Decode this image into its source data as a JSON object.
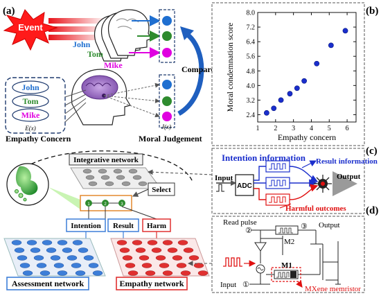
{
  "panels": {
    "a": "(a)",
    "b": "(b)",
    "c": "(c)",
    "d": "(d)"
  },
  "panel_a": {
    "event": "Event",
    "people": [
      "John",
      "Tom",
      "Mike"
    ],
    "compare": "Compare",
    "empathy_fx": "E(x)",
    "judgement_fx": "J(x)",
    "empathy_concern": "Empathy Concern",
    "moral_judgement": "Moral Judgement",
    "integrative_network": "Integrative network",
    "select": "Select",
    "intention": "Intention",
    "result": "Result",
    "harm": "Harm",
    "assessment_network": "Assessment network",
    "empathy_network": "Empathy network"
  },
  "panel_c": {
    "intention_information": "Intention information",
    "result_information": "Result information",
    "input": "Input",
    "adc": "ADC",
    "output": "Output",
    "harmful_outcomes": "Harmful outcomes"
  },
  "panel_d": {
    "read_pulse": "Read pulse",
    "output": "Output",
    "m1": "M1",
    "m2": "M2",
    "input": "Input",
    "mxene": "MXene memristor",
    "n1": "①",
    "n2": "②",
    "n3": "③"
  },
  "colors": {
    "john": "#1f6fd0",
    "tom": "#2e8b2e",
    "mike": "#e000e0",
    "event": "#e8141b",
    "assessment": "#3d7ed8",
    "empathy": "#e03030",
    "marker": "#1a2ecc"
  },
  "chart_data": {
    "type": "scatter",
    "xlabel": "Empathy concern",
    "ylabel": "Moral condemnation score",
    "xlim": [
      1,
      6.5
    ],
    "ylim": [
      2,
      8
    ],
    "xticks": [
      1,
      2,
      3,
      4,
      5,
      6
    ],
    "yticks": [
      2.4,
      3.2,
      4.0,
      4.8,
      5.6,
      6.4,
      7.2,
      8.0
    ],
    "points": [
      {
        "x": 1.5,
        "y": 2.5
      },
      {
        "x": 1.9,
        "y": 2.75
      },
      {
        "x": 2.3,
        "y": 3.2
      },
      {
        "x": 2.8,
        "y": 3.55
      },
      {
        "x": 3.2,
        "y": 3.85
      },
      {
        "x": 3.6,
        "y": 4.25
      },
      {
        "x": 4.3,
        "y": 5.2
      },
      {
        "x": 5.1,
        "y": 6.2
      },
      {
        "x": 5.9,
        "y": 7.0
      }
    ]
  }
}
